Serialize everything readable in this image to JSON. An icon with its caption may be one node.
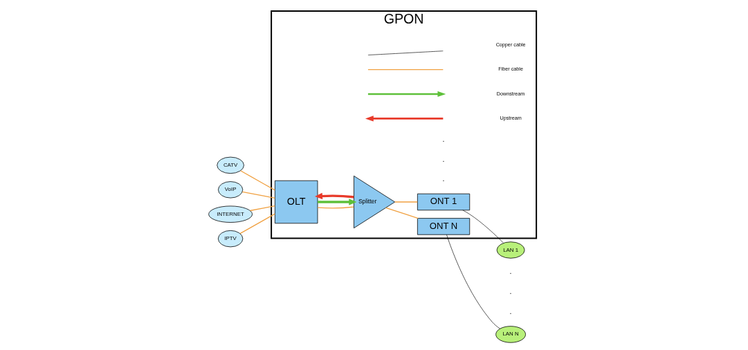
{
  "diagram": {
    "nodes": [
      {
        "text": [
          "GPON"
        ]
      },
      {
        "text": [
          "CATV"
        ]
      },
      {
        "text": [
          "VoIP"
        ]
      },
      {
        "text": [
          "INTERNET"
        ]
      },
      {
        "text": [
          "IPTV"
        ]
      },
      {
        "text": [
          "OLT"
        ],
        "in": 0
      },
      {
        "text": [
          "Splitter"
        ],
        "in": 0
      },
      {
        "text": [
          "ONT 1"
        ],
        "in": 0
      },
      {
        "text": [
          "ONT N"
        ],
        "in": 0
      },
      {
        "text": [
          "LAN 1"
        ]
      },
      {
        "text": [
          "LAN N"
        ]
      }
    ],
    "edges": [
      {
        "from": 1,
        "to": 5,
        "arrow": "none"
      },
      {
        "from": 2,
        "to": 5,
        "arrow": "none"
      },
      {
        "from": 3,
        "to": 5,
        "arrow": "none"
      },
      {
        "from": 4,
        "to": 5,
        "arrow": "none"
      },
      {
        "from": 5,
        "to": 6,
        "arrow": "none"
      },
      {
        "from": 5,
        "to": 6,
        "arrow": "to",
        "style": "thick",
        "color": "#5ec03a"
      },
      {
        "from": 6,
        "to": 5,
        "arrow": "to",
        "style": "thick",
        "color": "#e83a2a"
      },
      {
        "from": 6,
        "to": 7,
        "arrow": "none"
      },
      {
        "from": 6,
        "to": 8,
        "arrow": "none"
      },
      {
        "from": 7,
        "to": 9,
        "arrow": "none",
        "color": "#000000"
      },
      {
        "from": 8,
        "to": 10,
        "arrow": "none",
        "color": "#000000"
      }
    ],
    "labels": [
      ".",
      ".",
      ".",
      ".",
      ".",
      "."
    ],
    "legend": [
      {
        "text": "Copper cable"
      },
      {
        "text": "Fiber cable"
      },
      {
        "text": "Downstream"
      },
      {
        "text": "Upstream"
      }
    ]
  }
}
